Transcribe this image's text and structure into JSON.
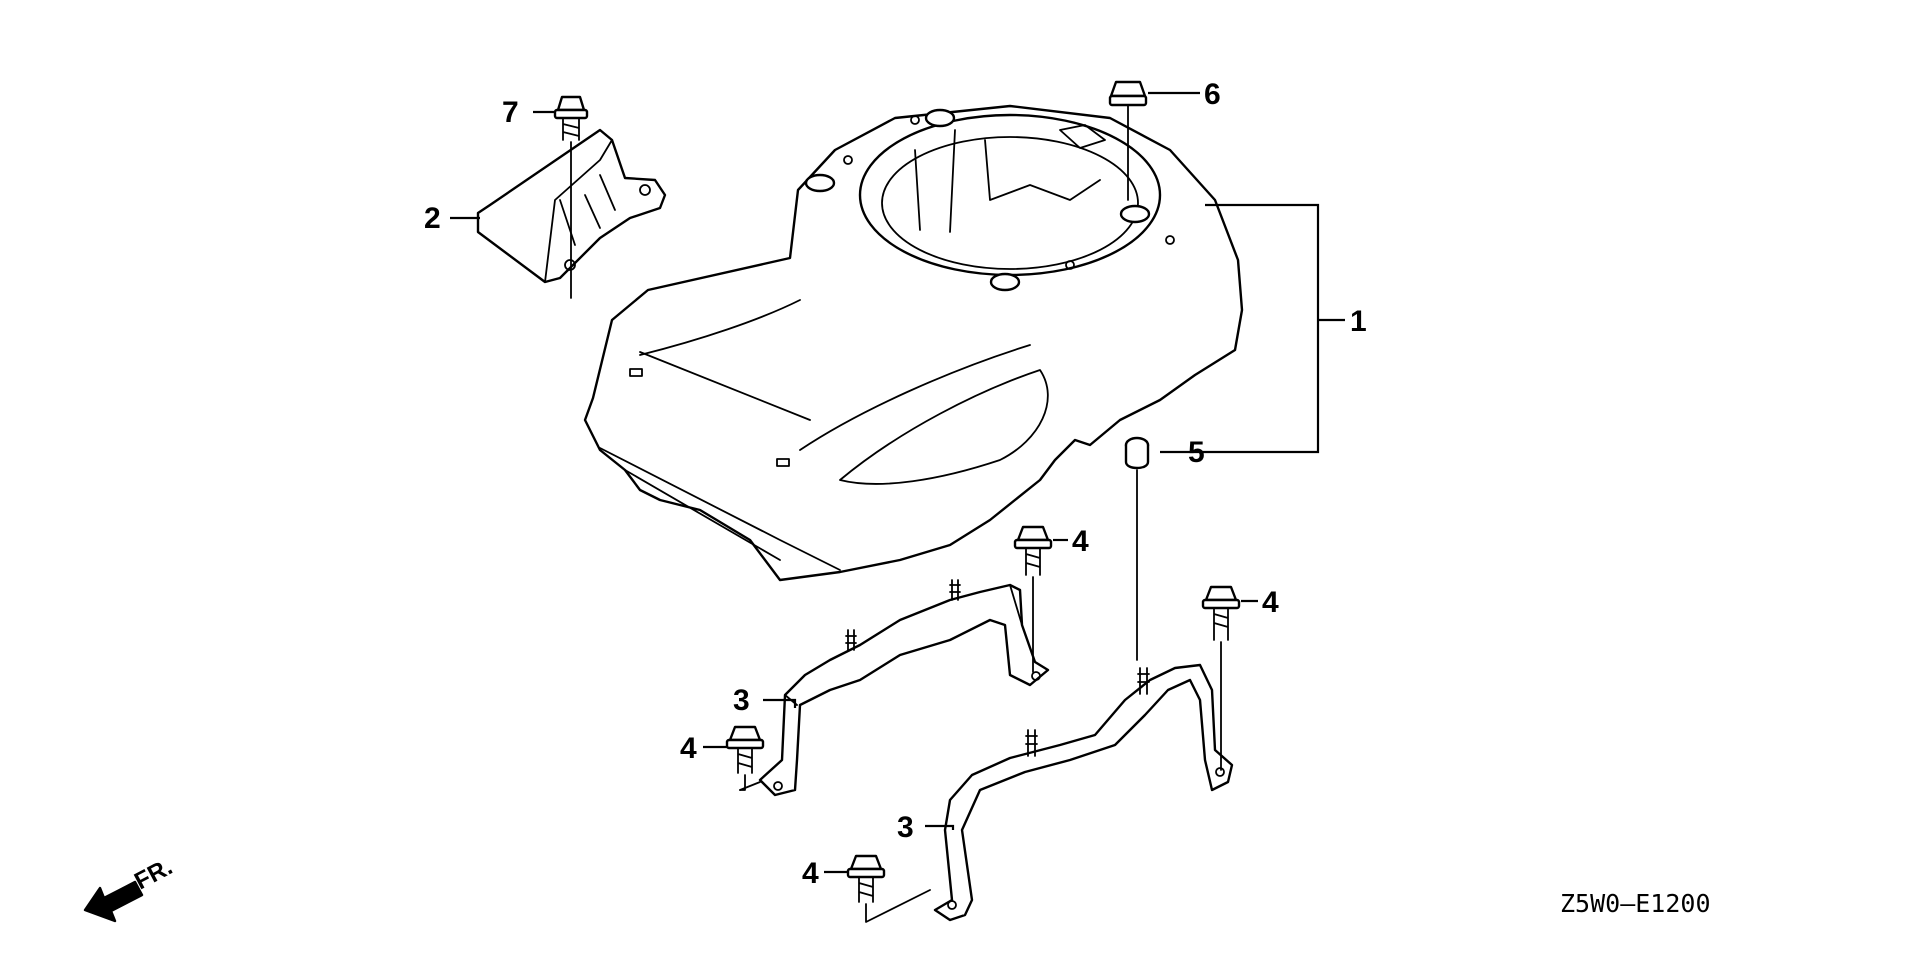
{
  "callouts": [
    {
      "id": "c7",
      "number": "7"
    },
    {
      "id": "c2",
      "number": "2"
    },
    {
      "id": "c6",
      "number": "6"
    },
    {
      "id": "c1",
      "number": "1"
    },
    {
      "id": "c5",
      "number": "5"
    },
    {
      "id": "c4a",
      "number": "4"
    },
    {
      "id": "c4b",
      "number": "4"
    },
    {
      "id": "c3a",
      "number": "3"
    },
    {
      "id": "c4c",
      "number": "4"
    },
    {
      "id": "c3b",
      "number": "3"
    },
    {
      "id": "c4d",
      "number": "4"
    }
  ],
  "direction_label": "FR.",
  "diagram_code": "Z5W0—E1200",
  "colors": {
    "line": "#000000",
    "background": "#ffffff"
  }
}
